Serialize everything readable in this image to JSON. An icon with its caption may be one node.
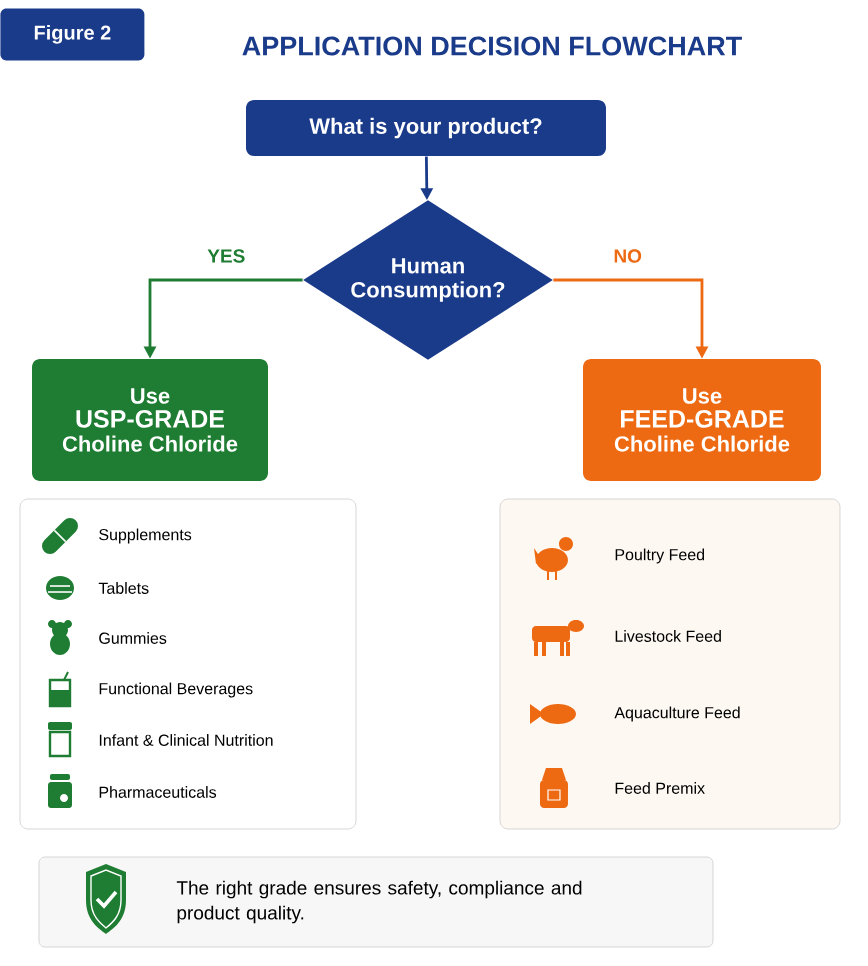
{
  "diagram": {
    "title": "APPLICATION DECISION FLOWCHART",
    "nodes": [
      {
        "text": [
          "What is your product?"
        ]
      },
      {
        "text": [
          "Human Consumption?"
        ]
      },
      {
        "text": [
          "Use",
          "USP-GRADE",
          "Choline Chloride"
        ]
      },
      {
        "text": [
          "Use",
          "FEED-GRADE",
          "Choline Chloride"
        ]
      },
      {
        "text": [
          "Supplements",
          "Tablets",
          "Gummies",
          "Functional Beverages",
          "Infant & Clinical Nutrition",
          "Pharmaceuticals"
        ]
      },
      {
        "text": [
          "Poultry Feed",
          "Livestock Feed",
          "Aquaculture Feed",
          "Feed Premix"
        ]
      },
      {
        "text": [
          "The right grade ensures safety, compliance and product quality."
        ]
      }
    ],
    "edges": [
      {
        "from": 0,
        "to": 1,
        "arrow": "to",
        "color": "#1a3a8a"
      },
      {
        "from": 1,
        "to": 2,
        "arrow": "to",
        "label": "YES",
        "color": "#1e7d32"
      },
      {
        "from": 1,
        "to": 3,
        "arrow": "to",
        "label": "NO",
        "color": "#ee6a12"
      }
    ],
    "labels": [
      "Figure 2"
    ]
  }
}
